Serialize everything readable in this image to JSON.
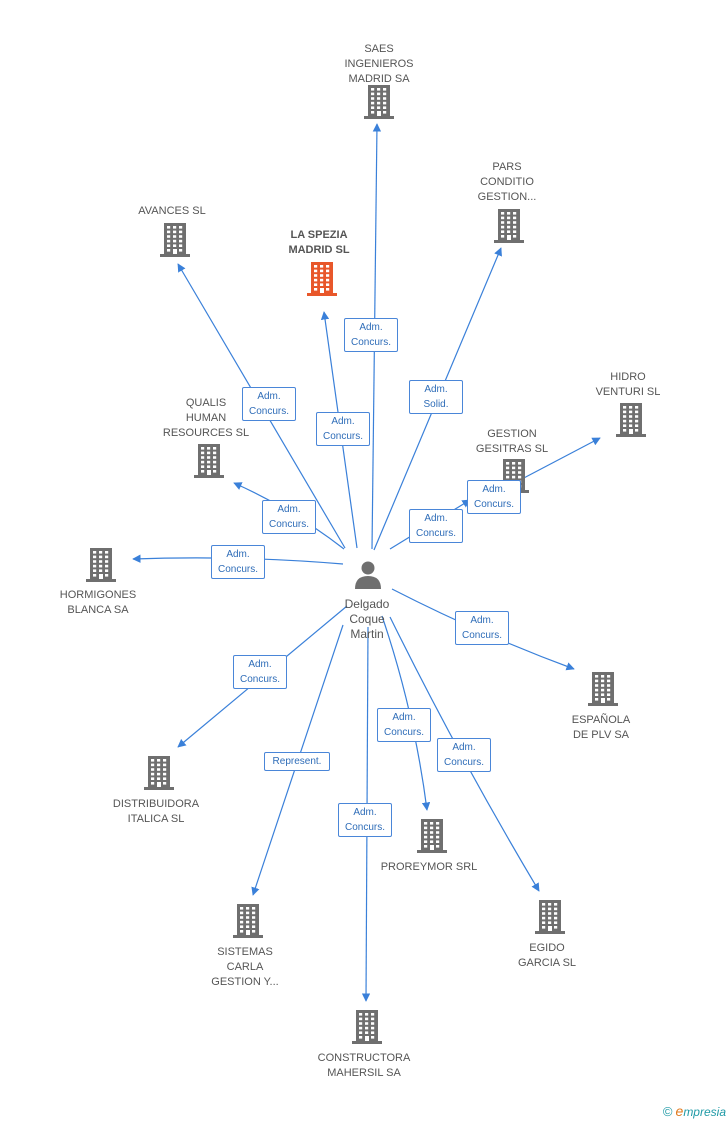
{
  "colors": {
    "edge": "#3a80d9",
    "building": "#6f6f6f",
    "main_building": "#e8572a",
    "person": "#6f6f6f"
  },
  "person": {
    "label": "Delgado\nCoque\nMartin"
  },
  "nodes": [
    {
      "id": "saes",
      "label": "SAES\nINGENIEROS\nMADRID SA",
      "main": false
    },
    {
      "id": "pars",
      "label": "PARS\nCONDITIO\nGESTION...",
      "main": false
    },
    {
      "id": "avances",
      "label": "AVANCES SL",
      "main": false
    },
    {
      "id": "laspezia",
      "label": "LA SPEZIA\nMADRID SL",
      "main": true
    },
    {
      "id": "hidro",
      "label": "HIDRO\nVENTURI SL",
      "main": false
    },
    {
      "id": "qualis",
      "label": "QUALIS\nHUMAN\nRESOURCES SL",
      "main": false
    },
    {
      "id": "gesitras",
      "label": "GESTION\nGESITRAS SL",
      "main": false
    },
    {
      "id": "hormigones",
      "label": "HORMIGONES\nBLANCA SA",
      "main": false
    },
    {
      "id": "espanola",
      "label": "ESPAÑOLA\nDE PLV SA",
      "main": false
    },
    {
      "id": "distribuidora",
      "label": "DISTRIBUIDORA\nITALICA SL",
      "main": false
    },
    {
      "id": "proreymor",
      "label": "PROREYMOR SRL",
      "main": false
    },
    {
      "id": "sistemas",
      "label": "SISTEMAS\nCARLA\nGESTION Y...",
      "main": false
    },
    {
      "id": "egido",
      "label": "EGIDO\nGARCIA SL",
      "main": false
    },
    {
      "id": "constructora",
      "label": "CONSTRUCTORA\nMAHERSIL SA",
      "main": false
    }
  ],
  "edges": [
    {
      "target": "saes",
      "label": "Adm.\nConcurs."
    },
    {
      "target": "pars",
      "label": "Adm.\nSolid."
    },
    {
      "target": "avances",
      "label": "Adm.\nConcurs."
    },
    {
      "target": "laspezia",
      "label": "Adm.\nConcurs."
    },
    {
      "target": "hidro",
      "label": "Adm.\nConcurs."
    },
    {
      "target": "qualis",
      "label": "Adm.\nConcurs."
    },
    {
      "target": "gesitras",
      "label": "Adm.\nConcurs."
    },
    {
      "target": "hormigones",
      "label": "Adm.\nConcurs."
    },
    {
      "target": "espanola",
      "label": "Adm.\nConcurs."
    },
    {
      "target": "distribuidora",
      "label": "Adm.\nConcurs."
    },
    {
      "target": "proreymor",
      "label": "Adm.\nConcurs."
    },
    {
      "target": "sistemas",
      "label": "Represent."
    },
    {
      "target": "egido",
      "label": "Adm.\nConcurs."
    },
    {
      "target": "constructora",
      "label": "Adm.\nConcurs."
    }
  ],
  "footer": {
    "copyright": "©",
    "brand_e": "e",
    "brand_rest": "mpresia"
  }
}
